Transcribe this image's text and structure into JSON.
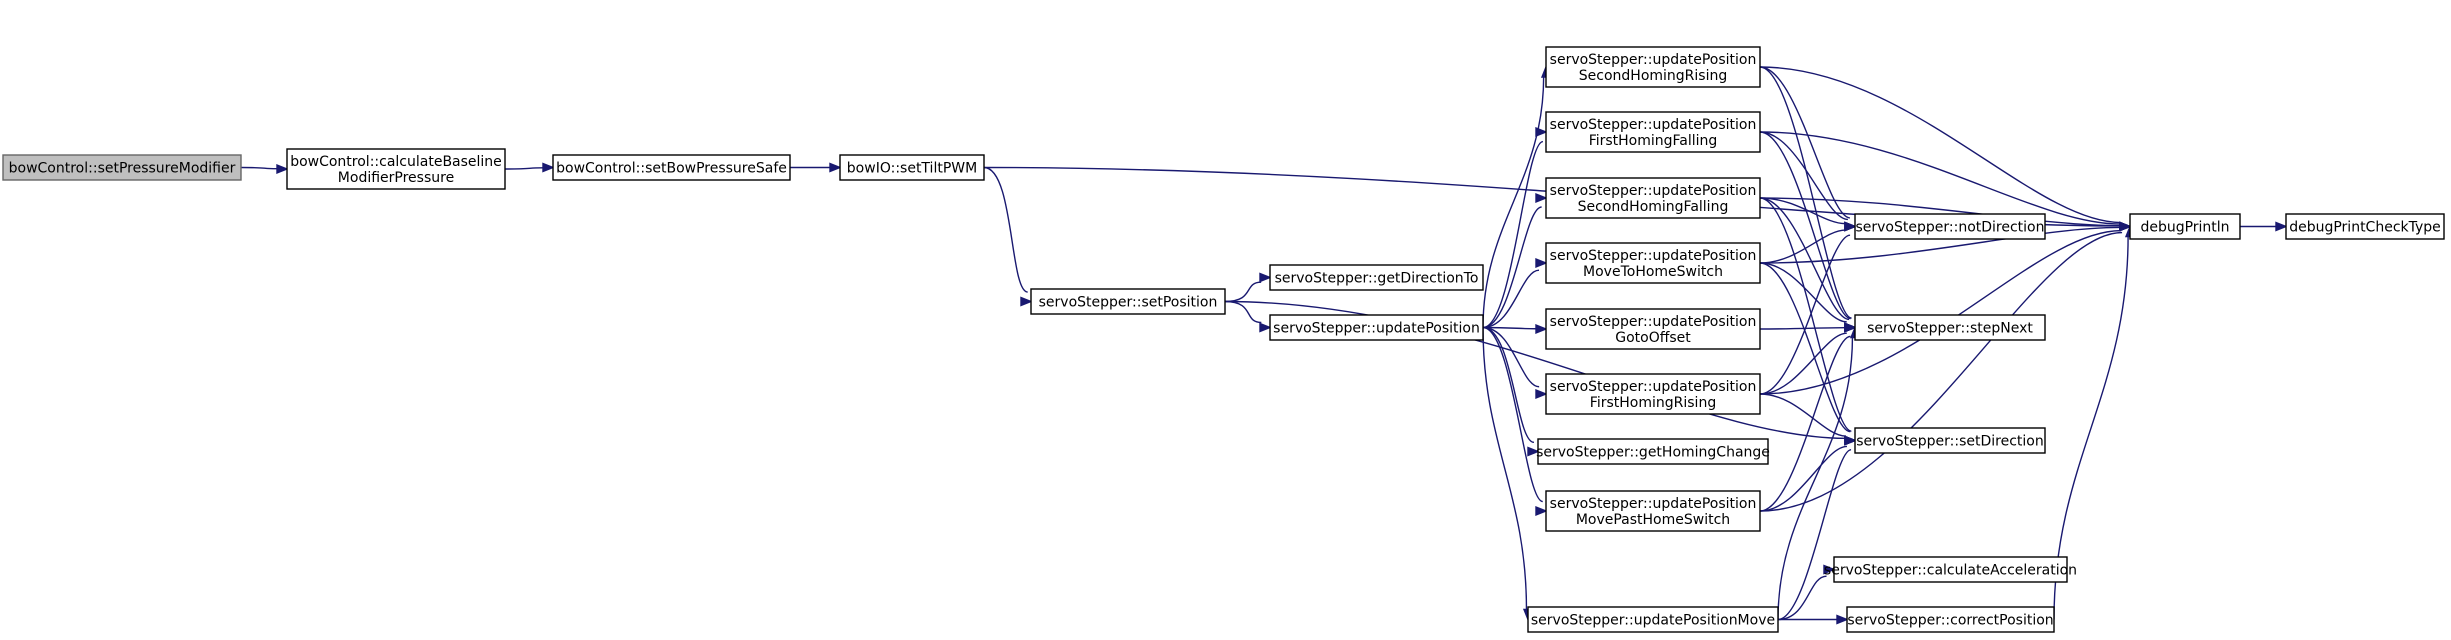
{
  "nodes": [
    {
      "id": "n_setPressureModifier",
      "name": "node-bowcontrol-setpressuremodifier",
      "lines": [
        "bowControl::setPressureModifier"
      ],
      "root": true
    },
    {
      "id": "n_calcBaseline",
      "name": "node-bowcontrol-calculatebaselinemodifierpressure",
      "lines": [
        "bowControl::calculateBaseline",
        "ModifierPressure"
      ]
    },
    {
      "id": "n_setBowPressureSafe",
      "name": "node-bowcontrol-setbowpressuresafe",
      "lines": [
        "bowControl::setBowPressureSafe"
      ]
    },
    {
      "id": "n_setTiltPWM",
      "name": "node-bowio-settiltpwm",
      "lines": [
        "bowIO::setTiltPWM"
      ]
    },
    {
      "id": "n_setPosition",
      "name": "node-servostepper-setposition",
      "lines": [
        "servoStepper::setPosition"
      ]
    },
    {
      "id": "n_getDirectionTo",
      "name": "node-servostepper-getdirectionto",
      "lines": [
        "servoStepper::getDirectionTo"
      ]
    },
    {
      "id": "n_updatePosition",
      "name": "node-servostepper-updateposition",
      "lines": [
        "servoStepper::updatePosition"
      ]
    },
    {
      "id": "n_upSecondHomingRising",
      "name": "node-servostepper-updatepositionsecondhomingrising",
      "lines": [
        "servoStepper::updatePosition",
        "SecondHomingRising"
      ]
    },
    {
      "id": "n_upFirstHomingFalling",
      "name": "node-servostepper-updatepositionfirsthomingfalling",
      "lines": [
        "servoStepper::updatePosition",
        "FirstHomingFalling"
      ]
    },
    {
      "id": "n_upSecondHomingFalling",
      "name": "node-servostepper-updatepositionsecondhomingfalling",
      "lines": [
        "servoStepper::updatePosition",
        "SecondHomingFalling"
      ]
    },
    {
      "id": "n_upMoveToHomeSwitch",
      "name": "node-servostepper-updatepositionmovetohomeswitch",
      "lines": [
        "servoStepper::updatePosition",
        "MoveToHomeSwitch"
      ]
    },
    {
      "id": "n_upGotoOffset",
      "name": "node-servostepper-updatepositiongotooffset",
      "lines": [
        "servoStepper::updatePosition",
        "GotoOffset"
      ]
    },
    {
      "id": "n_upFirstHomingRising",
      "name": "node-servostepper-updatepositionfirsthomingrising",
      "lines": [
        "servoStepper::updatePosition",
        "FirstHomingRising"
      ]
    },
    {
      "id": "n_getHomingChange",
      "name": "node-servostepper-gethomingchange",
      "lines": [
        "servoStepper::getHomingChange"
      ]
    },
    {
      "id": "n_upMovePastHomeSwitch",
      "name": "node-servostepper-updatepositionmovepasthomeswitch",
      "lines": [
        "servoStepper::updatePosition",
        "MovePastHomeSwitch"
      ]
    },
    {
      "id": "n_upMove",
      "name": "node-servostepper-updatepositionmove",
      "lines": [
        "servoStepper::updatePositionMove"
      ]
    },
    {
      "id": "n_notDirection",
      "name": "node-servostepper-notdirection",
      "lines": [
        "servoStepper::notDirection"
      ]
    },
    {
      "id": "n_stepNext",
      "name": "node-servostepper-stepnext",
      "lines": [
        "servoStepper::stepNext"
      ]
    },
    {
      "id": "n_setDirection",
      "name": "node-servostepper-setdirection",
      "lines": [
        "servoStepper::setDirection"
      ]
    },
    {
      "id": "n_calcAccel",
      "name": "node-servostepper-calculateacceleration",
      "lines": [
        "servoStepper::calculateAcceleration"
      ]
    },
    {
      "id": "n_correctPosition",
      "name": "node-servostepper-correctposition",
      "lines": [
        "servoStepper::correctPosition"
      ]
    },
    {
      "id": "n_debugPrintln",
      "name": "node-debugprintln",
      "lines": [
        "debugPrintln"
      ]
    },
    {
      "id": "n_debugPrintCheckType",
      "name": "node-debugprintchecktype",
      "lines": [
        "debugPrintCheckType"
      ]
    }
  ],
  "edges": [
    {
      "from": "n_setPressureModifier",
      "to": "n_calcBaseline"
    },
    {
      "from": "n_calcBaseline",
      "to": "n_setBowPressureSafe"
    },
    {
      "from": "n_setBowPressureSafe",
      "to": "n_setTiltPWM"
    },
    {
      "from": "n_setTiltPWM",
      "to": "n_debugPrintln"
    },
    {
      "from": "n_setTiltPWM",
      "to": "n_setPosition"
    },
    {
      "from": "n_setPosition",
      "to": "n_getDirectionTo"
    },
    {
      "from": "n_setPosition",
      "to": "n_updatePosition"
    },
    {
      "from": "n_setPosition",
      "to": "n_setDirection"
    },
    {
      "from": "n_updatePosition",
      "to": "n_upSecondHomingRising"
    },
    {
      "from": "n_updatePosition",
      "to": "n_upFirstHomingFalling"
    },
    {
      "from": "n_updatePosition",
      "to": "n_upSecondHomingFalling"
    },
    {
      "from": "n_updatePosition",
      "to": "n_upMoveToHomeSwitch"
    },
    {
      "from": "n_updatePosition",
      "to": "n_upGotoOffset"
    },
    {
      "from": "n_updatePosition",
      "to": "n_upFirstHomingRising"
    },
    {
      "from": "n_updatePosition",
      "to": "n_getHomingChange"
    },
    {
      "from": "n_updatePosition",
      "to": "n_upMovePastHomeSwitch"
    },
    {
      "from": "n_updatePosition",
      "to": "n_upMove"
    },
    {
      "from": "n_upSecondHomingRising",
      "to": "n_debugPrintln"
    },
    {
      "from": "n_upSecondHomingRising",
      "to": "n_notDirection"
    },
    {
      "from": "n_upSecondHomingRising",
      "to": "n_stepNext"
    },
    {
      "from": "n_upFirstHomingFalling",
      "to": "n_debugPrintln"
    },
    {
      "from": "n_upFirstHomingFalling",
      "to": "n_notDirection"
    },
    {
      "from": "n_upFirstHomingFalling",
      "to": "n_stepNext"
    },
    {
      "from": "n_upSecondHomingFalling",
      "to": "n_debugPrintln"
    },
    {
      "from": "n_upSecondHomingFalling",
      "to": "n_notDirection"
    },
    {
      "from": "n_upSecondHomingFalling",
      "to": "n_stepNext"
    },
    {
      "from": "n_upSecondHomingFalling",
      "to": "n_setDirection"
    },
    {
      "from": "n_upMoveToHomeSwitch",
      "to": "n_debugPrintln"
    },
    {
      "from": "n_upMoveToHomeSwitch",
      "to": "n_notDirection"
    },
    {
      "from": "n_upMoveToHomeSwitch",
      "to": "n_stepNext"
    },
    {
      "from": "n_upMoveToHomeSwitch",
      "to": "n_setDirection"
    },
    {
      "from": "n_upGotoOffset",
      "to": "n_stepNext"
    },
    {
      "from": "n_upFirstHomingRising",
      "to": "n_notDirection"
    },
    {
      "from": "n_upFirstHomingRising",
      "to": "n_stepNext"
    },
    {
      "from": "n_upFirstHomingRising",
      "to": "n_setDirection"
    },
    {
      "from": "n_upFirstHomingRising",
      "to": "n_debugPrintln"
    },
    {
      "from": "n_upMovePastHomeSwitch",
      "to": "n_stepNext"
    },
    {
      "from": "n_upMovePastHomeSwitch",
      "to": "n_setDirection"
    },
    {
      "from": "n_upMovePastHomeSwitch",
      "to": "n_debugPrintln"
    },
    {
      "from": "n_upMove",
      "to": "n_stepNext"
    },
    {
      "from": "n_upMove",
      "to": "n_setDirection"
    },
    {
      "from": "n_upMove",
      "to": "n_calcAccel"
    },
    {
      "from": "n_upMove",
      "to": "n_correctPosition"
    },
    {
      "from": "n_correctPosition",
      "to": "n_debugPrintln"
    },
    {
      "from": "n_debugPrintln",
      "to": "n_debugPrintCheckType"
    }
  ]
}
